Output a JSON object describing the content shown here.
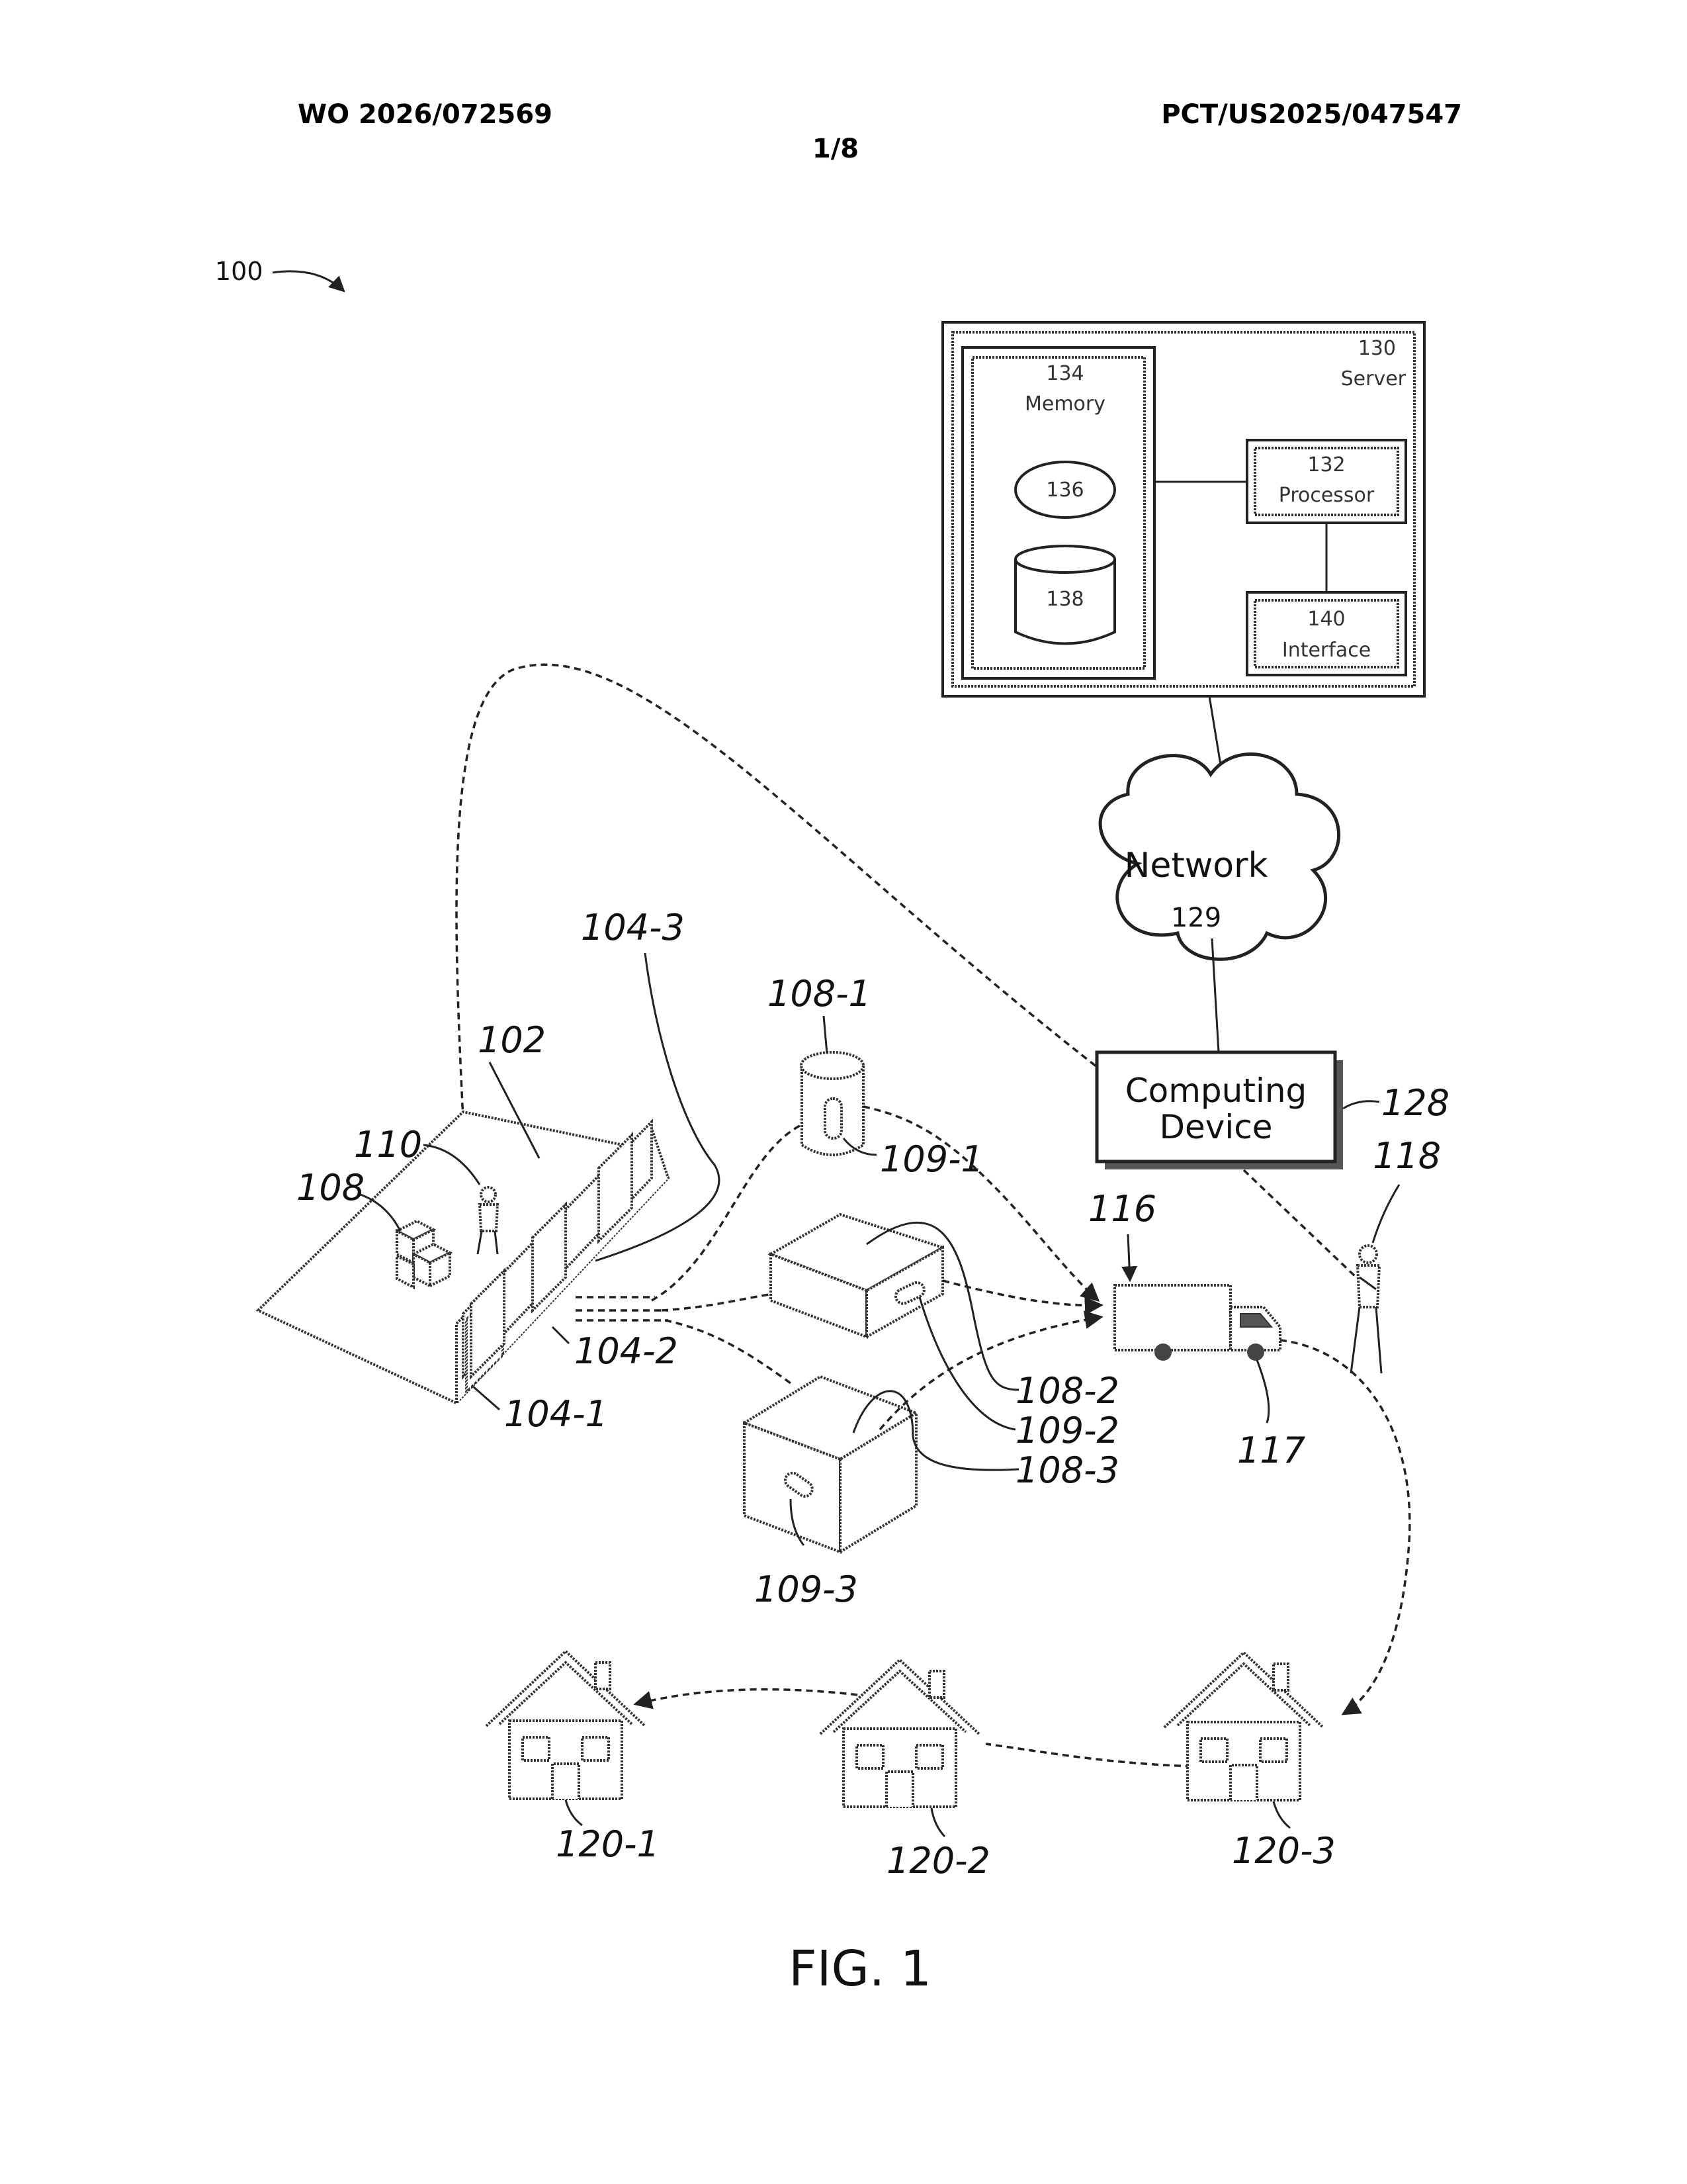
{
  "header": {
    "publication_number": "WO 2026/072569",
    "application_number": "PCT/US2025/047547",
    "sheet": "1/8"
  },
  "figure": {
    "ref": "100",
    "caption": "FIG. 1"
  },
  "server": {
    "ref": "130",
    "label": "Server",
    "memory": {
      "ref": "134",
      "label": "Memory"
    },
    "ellipse_ref": "136",
    "database_ref": "138",
    "processor": {
      "ref": "132",
      "label": "Processor"
    },
    "interface": {
      "ref": "140",
      "label": "Interface"
    }
  },
  "network": {
    "label": "Network",
    "ref": "129"
  },
  "computing_device": {
    "line1": "Computing",
    "line2": "Device",
    "ref": "128"
  },
  "labels": {
    "l104_3": "104-3",
    "l108_1": "108-1",
    "l102": "102",
    "l110": "110",
    "l108": "108",
    "l109_1": "109-1",
    "l116": "116",
    "l118": "118",
    "l104_2": "104-2",
    "l104_1": "104-1",
    "l108_2": "108-2",
    "l109_2": "109-2",
    "l108_3": "108-3",
    "l117": "117",
    "l109_3": "109-3",
    "l120_1": "120-1",
    "l120_2": "120-2",
    "l120_3": "120-3"
  }
}
